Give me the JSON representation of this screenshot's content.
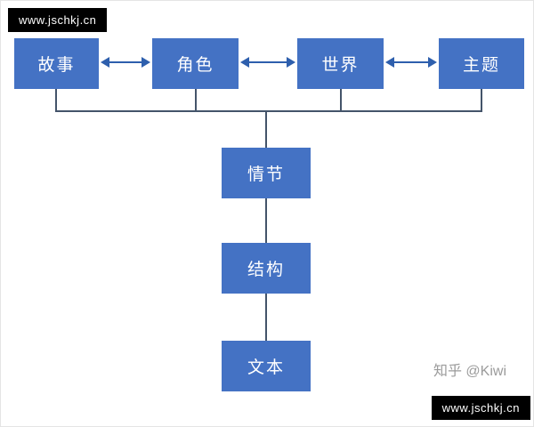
{
  "watermarks": {
    "top": "www.jschkj.cn",
    "bottom": "www.jschkj.cn"
  },
  "credit": "知乎 @Kiwi",
  "colors": {
    "node_fill": "#4472C4",
    "node_text": "#FFFFFF",
    "connector": "#44546A",
    "arrow": "#2E5FAD",
    "badge_bg": "#000000",
    "badge_text": "#FFFFFF"
  },
  "diagram": {
    "top_row": [
      {
        "id": "story",
        "label": "故事"
      },
      {
        "id": "character",
        "label": "角色"
      },
      {
        "id": "world",
        "label": "世界"
      },
      {
        "id": "theme",
        "label": "主题"
      }
    ],
    "chain": [
      {
        "id": "plot",
        "label": "情节"
      },
      {
        "id": "structure",
        "label": "结构"
      },
      {
        "id": "text",
        "label": "文本"
      }
    ]
  }
}
